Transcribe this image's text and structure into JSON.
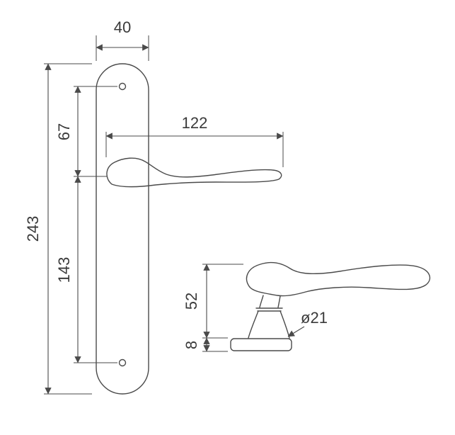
{
  "page": {
    "title": "Door handle on backplate — dimensioned technical drawing"
  },
  "colors": {
    "line": "#4a4a4a",
    "text": "#3a3a3a",
    "background": "#ffffff"
  },
  "front_view": {
    "plate_width": "40",
    "top_hole_to_handle_axis": "67",
    "handle_axis_to_bottom_hole": "143",
    "plate_height": "243",
    "handle_length": "122"
  },
  "side_view": {
    "handle_height": "52",
    "rose_height": "8",
    "stem_diameter": "ø21"
  }
}
